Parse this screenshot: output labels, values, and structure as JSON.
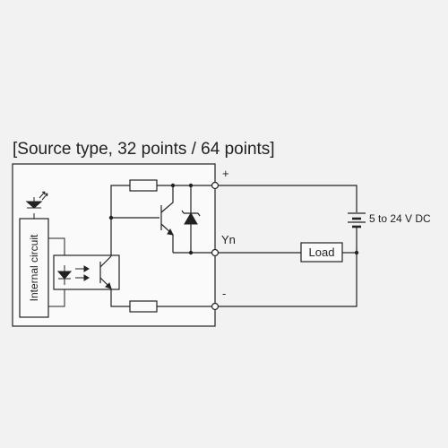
{
  "title": "[Source type, 32 points / 64 points]",
  "internal_label": "Internal circuit",
  "terminal_plus": "+",
  "terminal_out": "Yn",
  "terminal_minus": "-",
  "load_label": "Load",
  "supply_label": "5 to 24 V DC"
}
